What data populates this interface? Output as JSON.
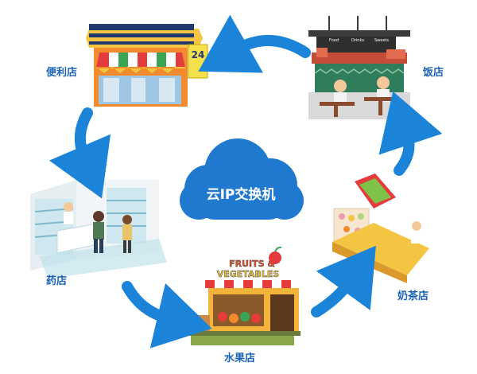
{
  "center": {
    "label": "云IP交换机"
  },
  "nodes": {
    "convenience_store": "便利店",
    "restaurant": "饭店",
    "pharmacy": "药店",
    "fruit_store": "水果店",
    "milk_tea_shop": "奶茶店"
  },
  "signage": {
    "store_24": "24",
    "fruits_sign": "FRUITS &",
    "vegetables_sign": "VEGETABLES",
    "menu_1": "Food",
    "menu_2": "Drinks",
    "menu_3": "Sweets"
  },
  "colors": {
    "cloud": "#1e79cf",
    "arrow": "#1b84d8",
    "label": "#1a63b8"
  }
}
